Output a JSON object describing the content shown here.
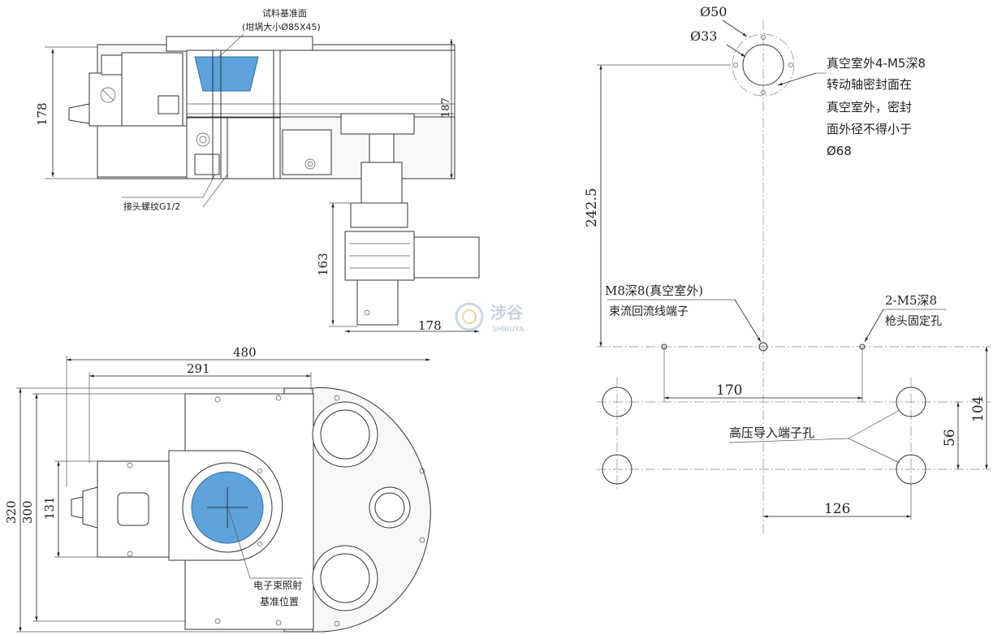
{
  "side_view": {
    "label_sample_plane": "试料基准面",
    "label_crucible": "(坩埚大小Ø85X45)",
    "label_connector": "接头螺纹G1/2",
    "dim_height_left": "178",
    "dim_height_right": "187",
    "dim_motor_height": "163",
    "dim_motor_width": "178"
  },
  "top_view": {
    "dim_total_width": "480",
    "dim_body_width": "291",
    "dim_height_outer": "320",
    "dim_height_inner": "300",
    "dim_inlet": "131",
    "label_beam_line1": "电子束照射",
    "label_beam_line2": "基准位置"
  },
  "port_layout": {
    "dia_outer": "Ø50",
    "dia_inner": "Ø33",
    "note_lines": [
      "真空室外4-M5深8",
      "转动轴密封面在",
      "真空室外，密封",
      "面外径不得小于",
      "Ø68"
    ],
    "dim_vertical": "242.5",
    "label_m8_line1": "M8深8(真空室外)",
    "label_m8_line2": "束流回流线端子",
    "label_m5_line1": "2-M5深8",
    "label_m5_line2": "枪头固定孔",
    "dim_170": "170",
    "dim_104": "104",
    "dim_56": "56",
    "dim_126": "126",
    "label_hv": "高压导入端子孔"
  },
  "logo": {
    "cn": "涉谷",
    "en": "SHIBUYA"
  }
}
